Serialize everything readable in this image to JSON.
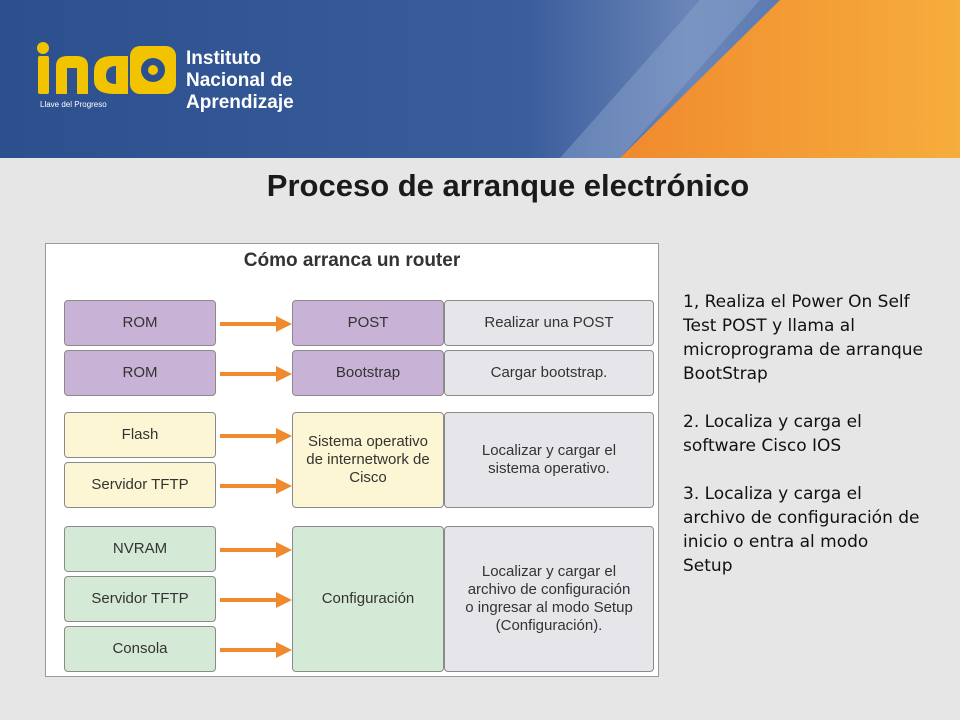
{
  "logo": {
    "mark": "ina",
    "lines": [
      "Instituto",
      "Nacional de",
      "Aprendizaje"
    ],
    "tagline": "Llave del Progreso"
  },
  "title": "Proceso de arranque electrónico",
  "diagram": {
    "title": "Cómo arranca un router",
    "sources": [
      "ROM",
      "ROM",
      "Flash",
      "Servidor TFTP",
      "NVRAM",
      "Servidor TFTP",
      "Consola"
    ],
    "stages": [
      "POST",
      "Bootstrap",
      "Sistema operativo de internetwork de Cisco",
      "Configuración"
    ],
    "actions": [
      "Realizar una POST",
      "Cargar bootstrap.",
      "Localizar y cargar el sistema operativo.",
      "Localizar y cargar el archivo de configuración o ingresar al modo Setup (Configuración)."
    ]
  },
  "steps": [
    "1, Realiza el Power On Self Test POST y llama al microprograma de arranque BootStrap",
    "2. Localiza y carga el software Cisco IOS",
    "3. Localiza y carga el archivo de configuración de inicio o entra al modo Setup"
  ],
  "colors": {
    "banner_blue": "#2f5596",
    "banner_orange": "#f2a03a",
    "purple": "#c8b2d6",
    "yellow": "#fdf6d4",
    "green": "#d5ead6",
    "arrow": "#f08a2e"
  }
}
